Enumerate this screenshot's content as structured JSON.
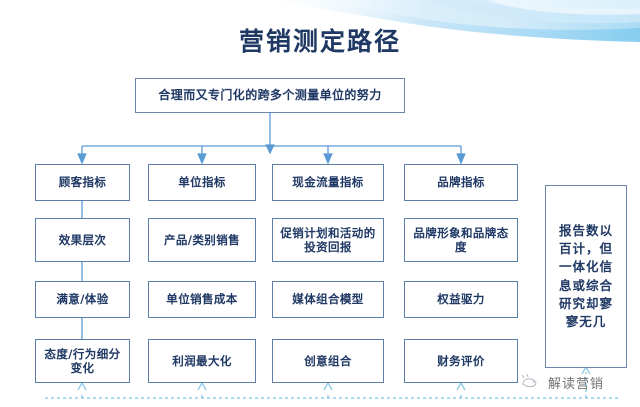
{
  "slide": {
    "title": "营销测定路径",
    "title_color": "#1f3864",
    "accent_color": "#5b9bd5",
    "box_border_color": "#5b7fa6",
    "background": "#ffffff"
  },
  "top_node": {
    "label": "合理而又专门化的跨多个测量单位的努力"
  },
  "columns": [
    {
      "header": "顾客指标",
      "items": [
        "效果层次",
        "满意/体验",
        "态度/行为\n细分变化"
      ]
    },
    {
      "header": "单位指标",
      "items": [
        "产品/类别销售",
        "单位销售成本",
        "利润最大化"
      ]
    },
    {
      "header": "现金流量指标",
      "items": [
        "促销计划和活\n动的投资回报",
        "媒体组合模型",
        "创意组合"
      ]
    },
    {
      "header": "品牌指标",
      "items": [
        "品牌形象和品\n牌态度",
        "权益驱力",
        "财务评价"
      ]
    }
  ],
  "side_note": {
    "label": "报告数以百计，但一体化信息或综合研究却寥寥无几"
  },
  "watermark": {
    "text": "解读营销",
    "icon": "brand-mark-icon"
  },
  "flat_nodes": {
    "r1c1": "顾客指标",
    "r1c2": "单位指标",
    "r1c3": "现金流量指标",
    "r1c4": "品牌指标",
    "r2c1": "效果层次",
    "r2c2": "产品/类别销售",
    "r2c3": "促销计划和活动的投资回报",
    "r2c4": "品牌形象和品牌态度",
    "r3c1": "满意/体验",
    "r3c2": "单位销售成本",
    "r3c3": "媒体组合模型",
    "r3c4": "权益驱力",
    "r4c1": "态度/行为细分变化",
    "r4c2": "利润最大化",
    "r4c3": "创意组合",
    "r4c4": "财务评价"
  }
}
